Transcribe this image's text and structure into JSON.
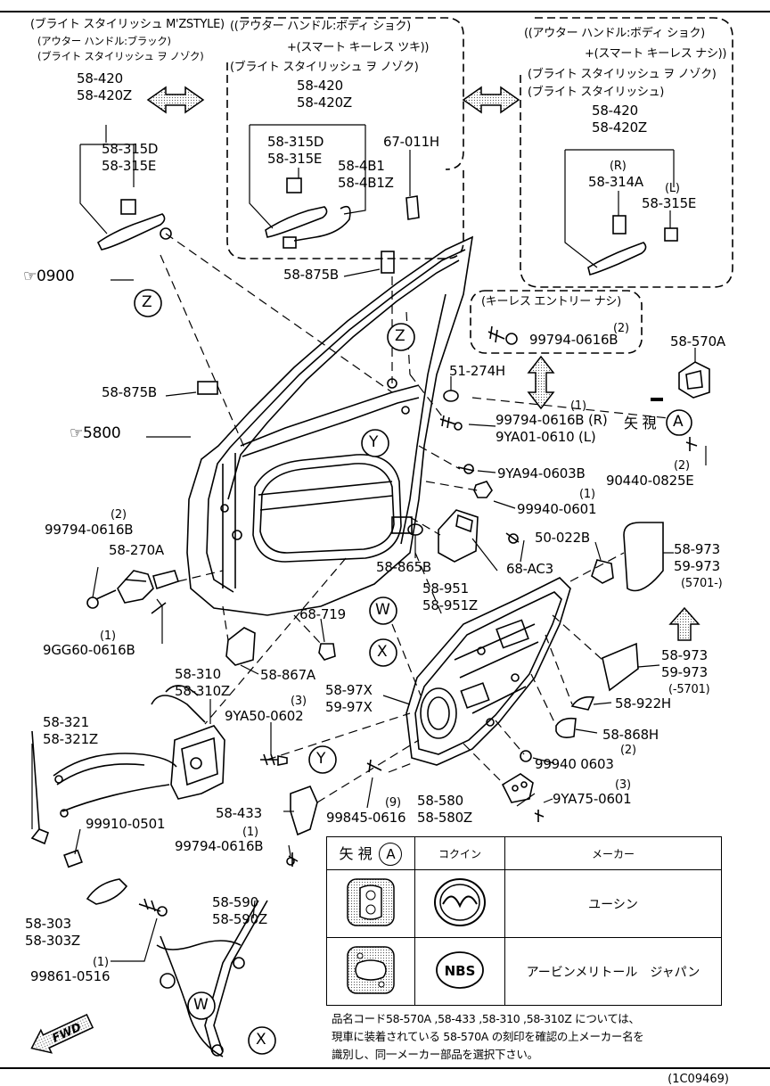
{
  "labels": {
    "top_left": {
      "variant1": "(ブライト スタイリッシュ M'ZSTYLE)",
      "variant2": "(アウター ハンドル:ブラック)",
      "variant3": "(ブライト スタイリッシュ ヲ ノゾク)",
      "p1": "58-420",
      "p2": "58-420Z",
      "p3": "58-315D",
      "p4": "58-315E"
    },
    "top_mid": {
      "c1": "((アウター ハンドル:ボディ ショク)",
      "c2": "+(スマート キーレス ツキ))",
      "c3": "(ブライト スタイリッシュ ヲ ノゾク)",
      "p1": "58-420",
      "p2": "58-420Z",
      "p3": "58-315D",
      "p4": "58-315E",
      "p5": "58-4B1",
      "p6": "58-4B1Z",
      "p7": "67-011H"
    },
    "top_right": {
      "c1": "((アウター ハンドル:ボディ ショク)",
      "c2": "+(スマート キーレス ナシ))",
      "c3": "(ブライト スタイリッシュ ヲ ノゾク)",
      "c4": "(ブライト スタイリッシュ)",
      "p1": "58-420",
      "p2": "58-420Z",
      "r": "(R)",
      "p3": "58-314A",
      "l": "(L)",
      "p4": "58-315E"
    },
    "keyless_box": {
      "title": "(キーレス エントリー ナシ)",
      "qty": "(2)",
      "part": "99794-0616B"
    },
    "ref_0900": "0900",
    "ref_5800": "5800",
    "p_58_875B_a": "58-875B",
    "p_58_875B_b": "58-875B",
    "p_51_274H": "51-274H",
    "p_58_570A": "58-570A",
    "view_a_prefix": "矢 視",
    "view_a_letter": "A",
    "q1a": "(1)",
    "p_99794_R": "99794-0616B (R)",
    "p_9YA01_L": "9YA01-0610 (L)",
    "q2a": "(2)",
    "p_90440": "90440-0825E",
    "p_9YA94": "9YA94-0603B",
    "q1b": "(1)",
    "p_99940_a": "99940-0601",
    "p_50_022B": "50-022B",
    "p_58_973_a": "58-973",
    "p_59_973_a": "59-973",
    "range_a": "(5701-)",
    "p_68_AC3": "68-AC3",
    "p_58_865B": "58-865B",
    "p_58_951": "58-951",
    "p_58_951Z": "58-951Z",
    "q2b": "(2)",
    "p_99794_left": "99794-0616B",
    "p_58_270A": "58-270A",
    "q1c": "(1)",
    "p_9GG60": "9GG60-0616B",
    "p_58_867A": "58-867A",
    "p_68_719": "68-719",
    "p_58_97X": "58-97X",
    "p_59_97X": "59-97X",
    "p_58_973_b": "58-973",
    "p_59_973_b": "59-973",
    "range_b": "(-5701)",
    "p_58_922H": "58-922H",
    "p_58_868H": "58-868H",
    "q2c": "(2)",
    "p_99940_b": "99940 0603",
    "p_58_310": "58-310",
    "p_58_310Z": "58-310Z",
    "q3a": "(3)",
    "p_9YA50": "9YA50-0602",
    "p_58_321": "58-321",
    "p_58_321Z": "58-321Z",
    "p_99910": "99910-0501",
    "p_58_433": "58-433",
    "q1d": "(1)",
    "p_99794_b": "99794-0616B",
    "q9": "(9)",
    "p_99845": "99845-0616",
    "p_58_580": "58-580",
    "p_58_580Z": "58-580Z",
    "q3b": "(3)",
    "p_9YA75": "9YA75-0601",
    "p_58_303": "58-303",
    "p_58_303Z": "58-303Z",
    "q1e": "(1)",
    "p_99861": "99861-0516",
    "p_58_590": "58-590",
    "p_58_590Z": "58-590Z",
    "fwd": "FWD",
    "circle_Z1": "Z",
    "circle_Z2": "Z",
    "circle_Y1": "Y",
    "circle_Y2": "Y",
    "circle_W1": "W",
    "circle_W2": "W",
    "circle_X1": "X",
    "circle_X2": "X"
  },
  "legend_table": {
    "header_view": "矢 視",
    "header_view_letter": "A",
    "header_stamp": "コクイン",
    "header_maker": "メーカー",
    "rows": [
      {
        "stamp": "mazda-logo",
        "maker": "ユーシン"
      },
      {
        "stamp": "NBS",
        "maker": "アービンメリトール　ジャパン"
      }
    ]
  },
  "note": {
    "line1": "品名コード58-570A ,58-433 ,58-310 ,58-310Z については、",
    "line2": "現車に装着されている 58-570A の刻印を確認の上メーカー名を",
    "line3": "識別し、同一メーカー部品を選択下さい。"
  },
  "bottom_code": "(1C09469)"
}
